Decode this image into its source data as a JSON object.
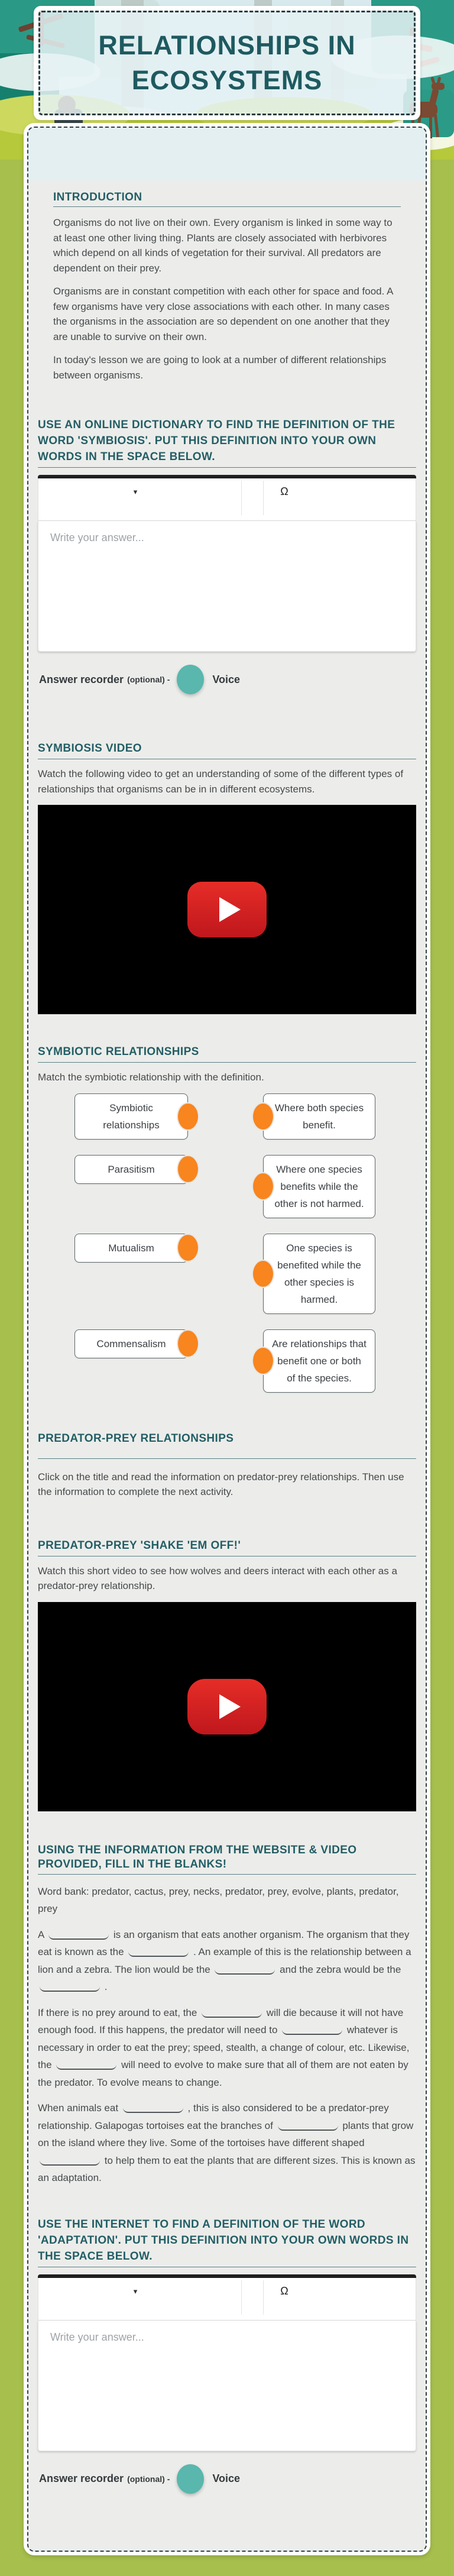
{
  "header": {
    "title": "RELATIONSHIPS IN ECOSYSTEMS"
  },
  "intro": {
    "title": "INTRODUCTION",
    "paragraphs": [
      "Organisms do not live on their own. Every organism is linked in some way to at least one other living thing. Plants are closely associated with herbivores which depend on all kinds of vegetation for their survival. All predators are dependent on their prey.",
      "Organisms are in constant competition with each other for space and food. A few organisms have very close associations with each other. In many cases the organisms in the association are so dependent on one another that they are unable to survive on their own.",
      "In today's lesson we are going to look at a number of different relationships between organisms."
    ]
  },
  "q_symbiosis": {
    "title": "USE AN ONLINE DICTIONARY TO FIND THE DEFINITION OF THE WORD 'SYMBIOSIS'. PUT THIS DEFINITION INTO YOUR OWN WORDS IN THE SPACE BELOW.",
    "editor": {
      "caret": "▾",
      "special_char": "Ω",
      "placeholder": "Write your answer..."
    }
  },
  "recorder": {
    "label": "Answer recorder",
    "optional": "(optional) -",
    "voice": "Voice"
  },
  "video_symbiosis": {
    "title": "SYMBIOSIS VIDEO",
    "description": "Watch the following video to get an understanding of some of the different types of relationships that organisms can be in in different ecosystems."
  },
  "matching": {
    "title": "SYMBIOTIC RELATIONSHIPS",
    "instruction": "Match the symbiotic relationship with the definition.",
    "pairs": [
      {
        "left": "Symbiotic relationships",
        "right": "Where both species benefit."
      },
      {
        "left": "Parasitism",
        "right": "Where one species benefits while the other is not harmed."
      },
      {
        "left": "Mutualism",
        "right": "One species is benefited while the other species is harmed."
      },
      {
        "left": "Commensalism",
        "right": "Are relationships that benefit one or both of the species."
      }
    ]
  },
  "predator_prey": {
    "title": "PREDATOR-PREY RELATIONSHIPS",
    "description": "Click on the title and read the information on predator-prey relationships. Then use the information to complete the next activity."
  },
  "shake_em_off": {
    "title": "PREDATOR-PREY 'SHAKE 'EM OFF!'",
    "description": "Watch this short video to see how wolves and deers interact with each other as a predator-prey relationship."
  },
  "fill_blanks": {
    "title": "USING THE INFORMATION FROM THE WEBSITE & VIDEO PROVIDED, FILL IN THE BLANKS!",
    "word_bank": "Word bank: predator, cactus, prey, necks, predator, prey, evolve, plants, predator, prey",
    "paragraphs": [
      "A ___ is an organism that eats another organism. The organism that they eat is known as the ___ . An example of this is the relationship between a lion and a zebra. The lion would be the ___ and the zebra would be the ___ .",
      "If there is no prey around to eat, the ___ will die because it will not have enough food. If this happens, the predator will need to ___ whatever is necessary in order to eat the prey; speed, stealth, a change of colour, etc. Likewise, the ___ will need to evolve to make sure that all of them are not eaten by the predator. To evolve means to change.",
      "When animals eat ___ , this is also considered to be a predator-prey relationship. Galapogas tortoises eat the branches of ___ plants that grow on the island where they live. Some of the tortoises have different shaped ___ to help them to eat the plants that are different sizes. This is known as an adaptation."
    ]
  },
  "q_adaptation": {
    "title": "USE THE INTERNET TO FIND A DEFINITION OF THE WORD 'ADAPTATION'. PUT THIS DEFINITION INTO YOUR OWN WORDS IN THE SPACE BELOW.",
    "editor": {
      "caret": "▾",
      "special_char": "Ω",
      "placeholder": "Write your answer..."
    }
  }
}
